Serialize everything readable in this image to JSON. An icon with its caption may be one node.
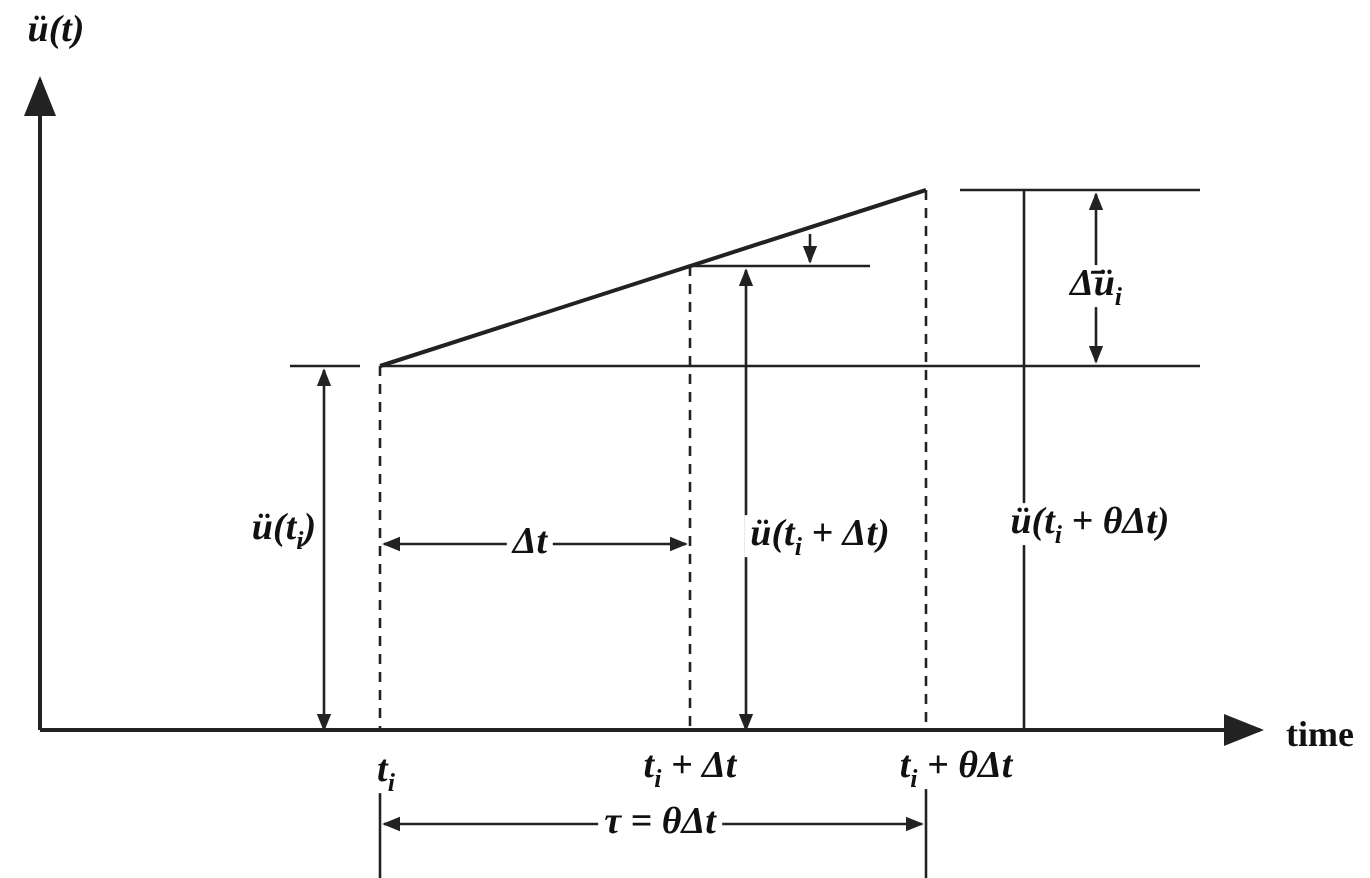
{
  "diagram": {
    "labels": [
      "ü(t)",
      "Δ̄ü$_{i}$",
      "ü(t$_{i}$)",
      "Δt",
      "ü(t$_{i}$ + Δt)",
      "ü(t$_{i}$ + θΔt)",
      "time",
      "t$_{i}$",
      "t$_{i}$ + Δt",
      "t$_{i}$ + θΔt",
      "τ = θΔt"
    ]
  }
}
